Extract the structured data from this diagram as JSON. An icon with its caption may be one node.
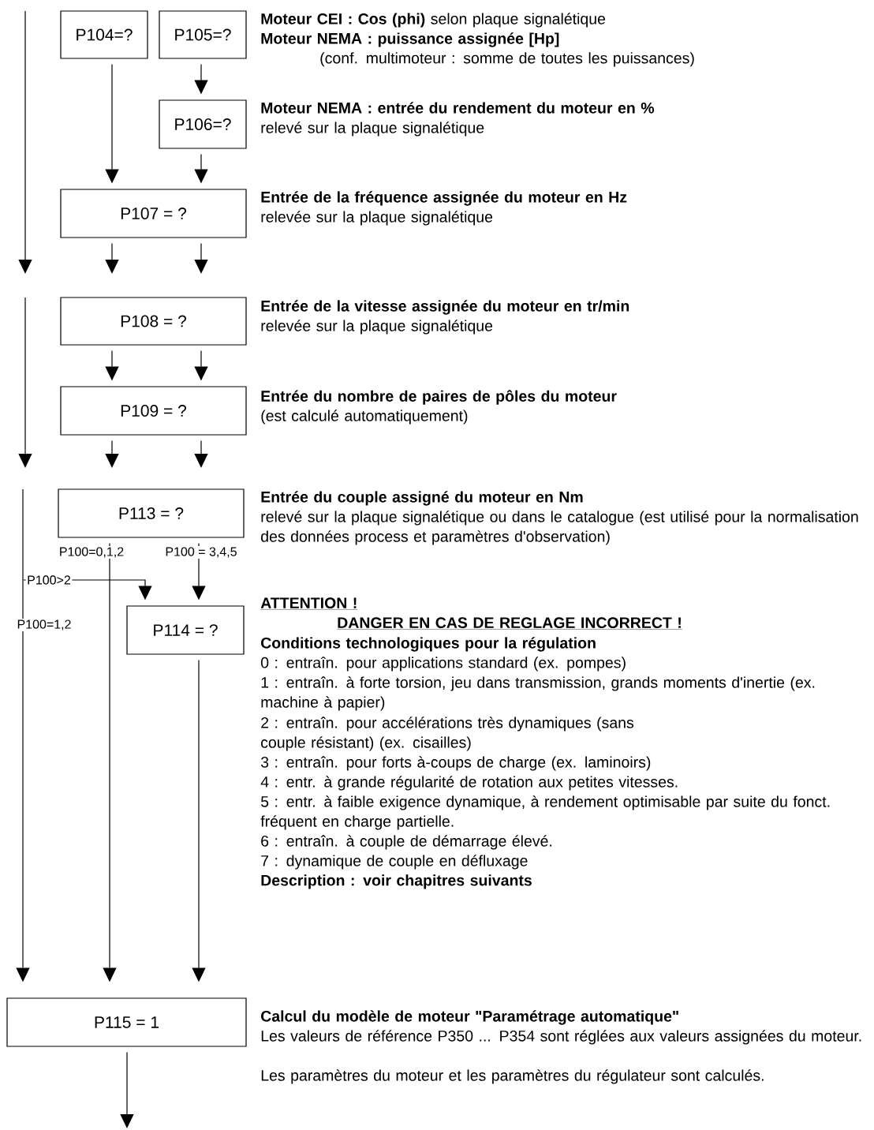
{
  "diagram": {
    "nodes": [
      {
        "text": [
          "P104=?"
        ]
      },
      {
        "text": [
          "P105=?"
        ],
        "beside": [
          "**Moteur CEI : Cos (phi)** selon plaque signalétique",
          "Moteur NEMA : puissance assignée [Hp]",
          "(conf. multimoteur : somme de toutes les puissances)"
        ]
      },
      {
        "text": [
          "P106=?"
        ],
        "beside": [
          "Moteur NEMA : entrée du rendement du moteur en %",
          "relevé sur la plaque signalétique"
        ]
      },
      {
        "text": [
          "P107 = ?"
        ],
        "beside": [
          "Entrée de la fréquence assignée du moteur en Hz",
          "relevée sur la plaque signalétique"
        ]
      },
      {
        "text": [
          "P108 = ?"
        ],
        "beside": [
          "Entrée de la vitesse assignée du moteur en tr/min",
          "relevée sur la plaque signalétique"
        ]
      },
      {
        "text": [
          "P109 = ?"
        ],
        "beside": [
          "Entrée du nombre de paires de pôles du moteur",
          "(est calculé automatiquement)"
        ]
      },
      {
        "text": [
          "P113 = ?"
        ],
        "beside": [
          "Entrée du couple assigné du moteur en Nm",
          "relevé sur la plaque signalétique ou dans le catalogue (est utilisé pour la normalisation des données process et paramètres d'observation)"
        ]
      },
      {
        "text": [
          "P114 = ?"
        ],
        "beside": [
          "ATTENTION !",
          "DANGER EN CAS DE REGLAGE INCORRECT !",
          "Conditions technologiques pour la régulation",
          "0 : entraîn. pour applications standard (ex. pompes)",
          "1 : entraîn. à forte torsion, jeu dans transmission, grands moments d'inertie (ex. machine à papier)",
          "2 : entraîn. pour accélérations très dynamiques (sans couple résistant) (ex. cisailles)",
          "3 : entraîn. pour forts à-coups de charge (ex. laminoirs)",
          "4 : entr. à grande régularité de rotation aux petites vitesses.",
          "5 : entr. à faible exigence dynamique, à rendement optimisable par suite du fonct. fréquent en charge partielle.",
          "6 : entraîn. à couple de démarrage élevé.",
          "7 : dynamique de couple en défluxage",
          "Description : voir chapitres suivants"
        ]
      },
      {
        "text": [
          "P115 = 1"
        ],
        "beside": [
          "Calcul du modèle de moteur \"Paramétrage automatique\"",
          "Les valeurs de référence P350 ... P354 sont réglées aux valeurs assignées du moteur.",
          "Les paramètres du moteur et les paramètres du régulateur sont calculés."
        ]
      }
    ],
    "edges": [
      {
        "from": 0,
        "to": 3,
        "arrow": "to"
      },
      {
        "from": 1,
        "to": 2,
        "arrow": "to"
      },
      {
        "from": 2,
        "to": 3,
        "arrow": "to"
      },
      {
        "from": 3,
        "to": null,
        "arrow": "to"
      },
      {
        "from": 3,
        "to": null,
        "arrow": "to"
      },
      {
        "from": 4,
        "to": 5,
        "arrow": "to"
      },
      {
        "from": 4,
        "to": 5,
        "arrow": "to"
      },
      {
        "from": 5,
        "to": null,
        "arrow": "to"
      },
      {
        "from": 5,
        "to": null,
        "arrow": "to"
      },
      {
        "from": 6,
        "to": 8,
        "arrow": "to",
        "label": "P100=0,1,2"
      },
      {
        "from": 6,
        "to": 7,
        "arrow": "to",
        "label": "P100 = 3,4,5"
      },
      {
        "from": null,
        "to": 7,
        "arrow": "to",
        "label": "P100>2"
      },
      {
        "from": null,
        "to": 8,
        "arrow": "to",
        "label": "P100=1,2"
      },
      {
        "from": 7,
        "to": 8,
        "arrow": "to"
      },
      {
        "from": 8,
        "to": null,
        "arrow": "to"
      }
    ]
  }
}
